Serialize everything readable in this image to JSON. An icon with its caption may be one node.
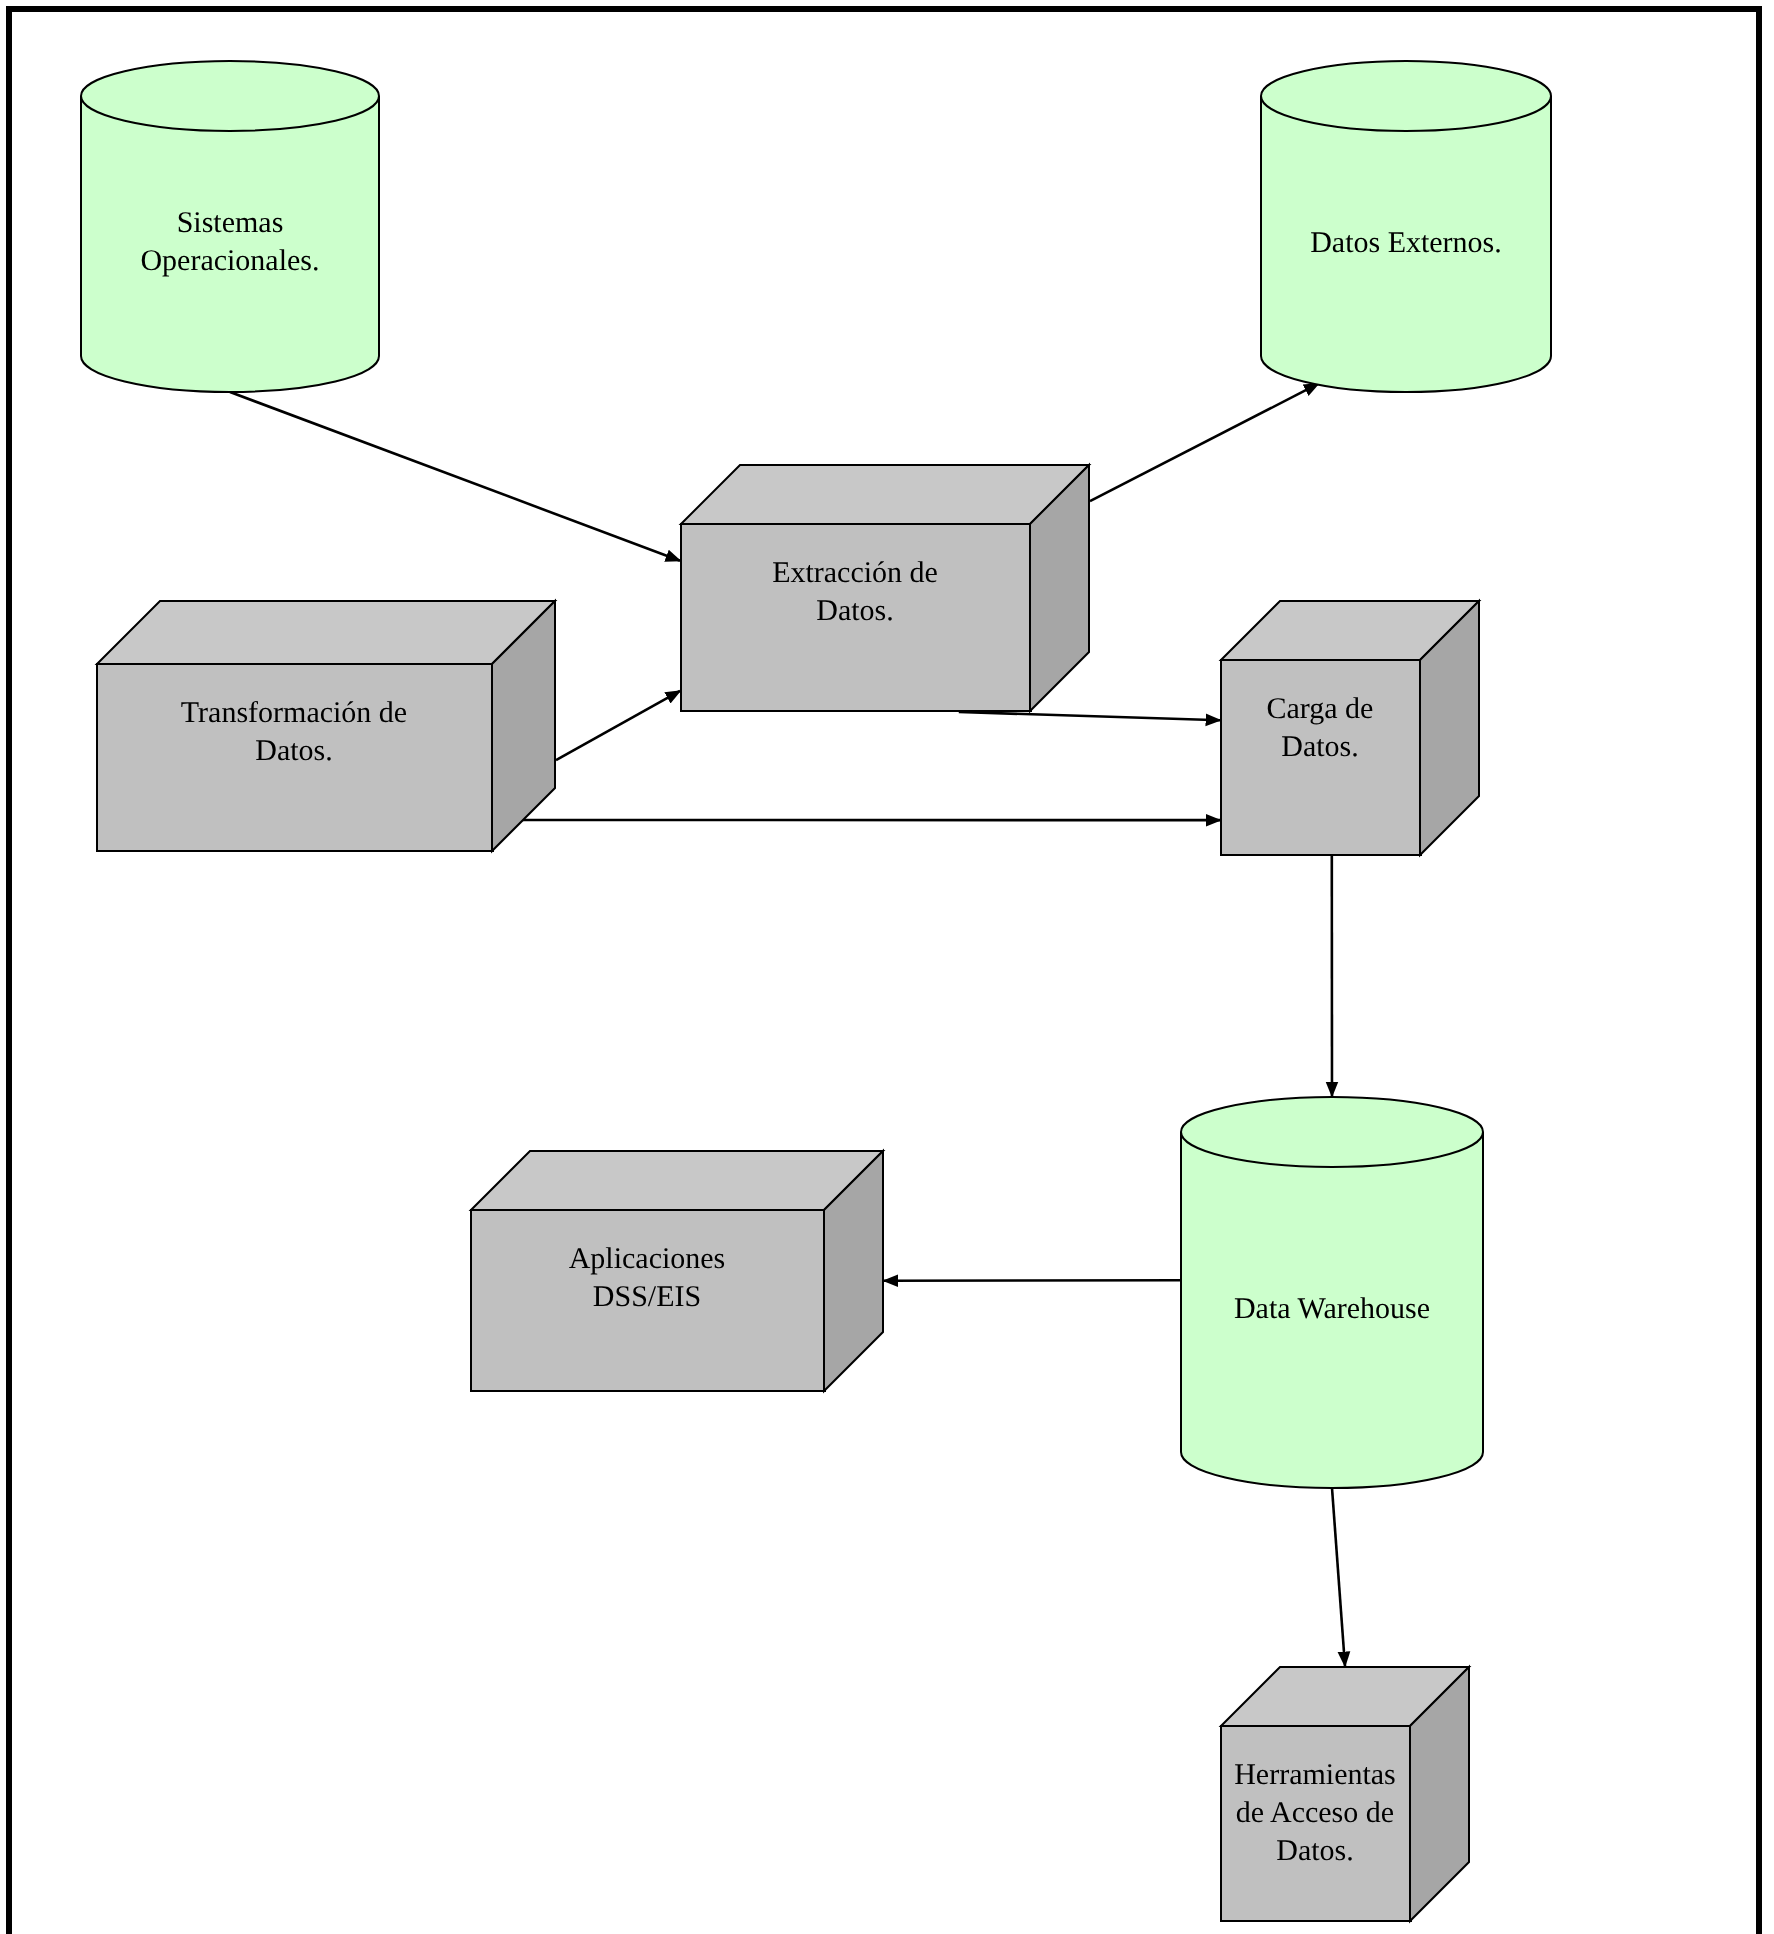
{
  "diagram": {
    "nodes": [
      {
        "text": [
          "Sistemas Operacionales."
        ]
      },
      {
        "text": [
          "Datos Externos."
        ]
      },
      {
        "text": [
          "Extracción de Datos."
        ]
      },
      {
        "text": [
          "Transformación de Datos."
        ]
      },
      {
        "text": [
          "Carga de Datos."
        ]
      },
      {
        "text": [
          "Data Warehouse"
        ]
      },
      {
        "text": [
          "Aplicaciones DSS/EIS"
        ]
      },
      {
        "text": [
          "Herramientas de Acceso de Datos."
        ]
      }
    ],
    "edges": [
      {
        "from": 0,
        "to": 2,
        "arrow": "to"
      },
      {
        "from": 2,
        "to": 1,
        "arrow": "to"
      },
      {
        "from": 3,
        "to": 2,
        "arrow": "to"
      },
      {
        "from": 2,
        "to": 4,
        "arrow": "to"
      },
      {
        "from": 3,
        "to": 4,
        "arrow": "to"
      },
      {
        "from": 4,
        "to": 5,
        "arrow": "to"
      },
      {
        "from": 5,
        "to": 6,
        "arrow": "to"
      },
      {
        "from": 5,
        "to": 7,
        "arrow": "to"
      }
    ]
  }
}
